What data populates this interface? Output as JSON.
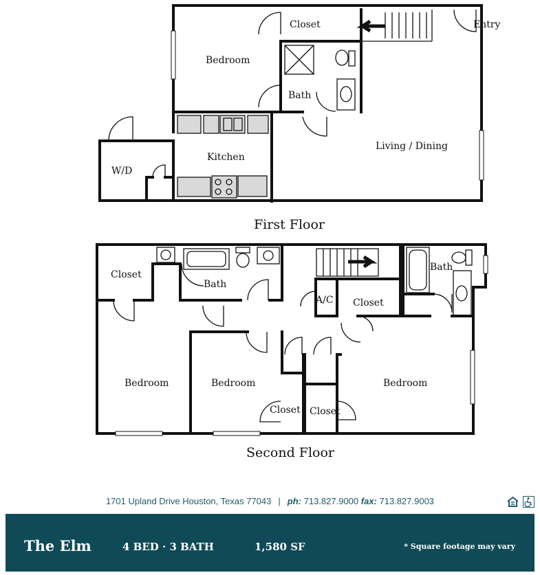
{
  "first_floor": {
    "title": "First Floor",
    "rooms": {
      "closet": "Closet",
      "entry": "Entry",
      "bedroom": "Bedroom",
      "bath": "Bath",
      "kitchen": "Kitchen",
      "living_dining": "Living / Dining",
      "wd": "W/D"
    }
  },
  "second_floor": {
    "title": "Second Floor",
    "rooms": {
      "closet_left": "Closet",
      "bath_center": "Bath",
      "bath_right": "Bath",
      "ac": "A/C",
      "closet_center": "Closet",
      "bedroom_left": "Bedroom",
      "bedroom_middle": "Bedroom",
      "bedroom_right": "Bedroom",
      "closet_bottom_left": "Closet",
      "closet_bottom_right": "Closet"
    }
  },
  "contact": {
    "address": "1701 Upland Drive  Houston, Texas 77043",
    "separator": "|",
    "phone_label": "ph:",
    "phone": "713.827.9000",
    "fax_label": "fax:",
    "fax": "713.827.9003"
  },
  "icons": [
    "equal-housing-icon",
    "accessibility-icon"
  ],
  "footer": {
    "name": "The Elm",
    "beds_baths": "4 BED · 3 BATH",
    "square_feet": "1,580 SF",
    "note": "* Square footage may vary",
    "background": "#0f4a56"
  }
}
